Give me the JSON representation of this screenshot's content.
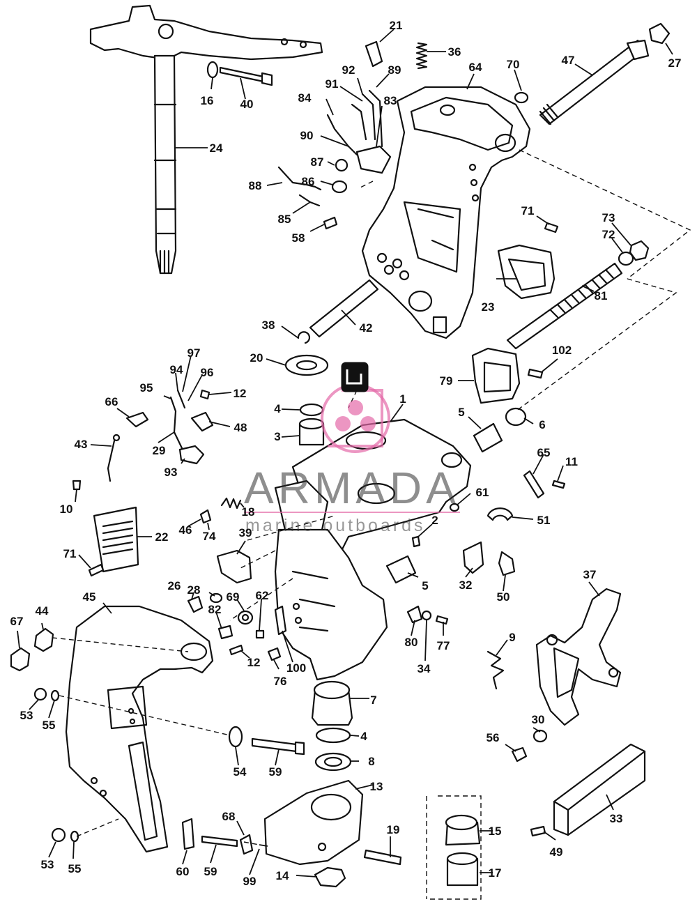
{
  "watermark": {
    "brand": "ARMADA",
    "tagline": "marine outboards",
    "brand_color": "#e46aa8"
  },
  "callouts": [
    "1",
    "2",
    "3",
    "4",
    "5",
    "6",
    "7",
    "8",
    "9",
    "10",
    "11",
    "12",
    "13",
    "14",
    "15",
    "16",
    "17",
    "18",
    "19",
    "20",
    "21",
    "22",
    "23",
    "24",
    "26",
    "27",
    "28",
    "29",
    "30",
    "32",
    "33",
    "34",
    "36",
    "37",
    "38",
    "39",
    "40",
    "42",
    "43",
    "44",
    "45",
    "46",
    "47",
    "48",
    "49",
    "50",
    "51",
    "53",
    "54",
    "55",
    "56",
    "58",
    "59",
    "60",
    "61",
    "62",
    "64",
    "65",
    "66",
    "67",
    "68",
    "69",
    "70",
    "71",
    "72",
    "73",
    "74",
    "76",
    "77",
    "79",
    "80",
    "81",
    "82",
    "83",
    "84",
    "85",
    "86",
    "87",
    "88",
    "89",
    "90",
    "91",
    "92",
    "93",
    "94",
    "95",
    "96",
    "97",
    "99",
    "100",
    "102"
  ]
}
